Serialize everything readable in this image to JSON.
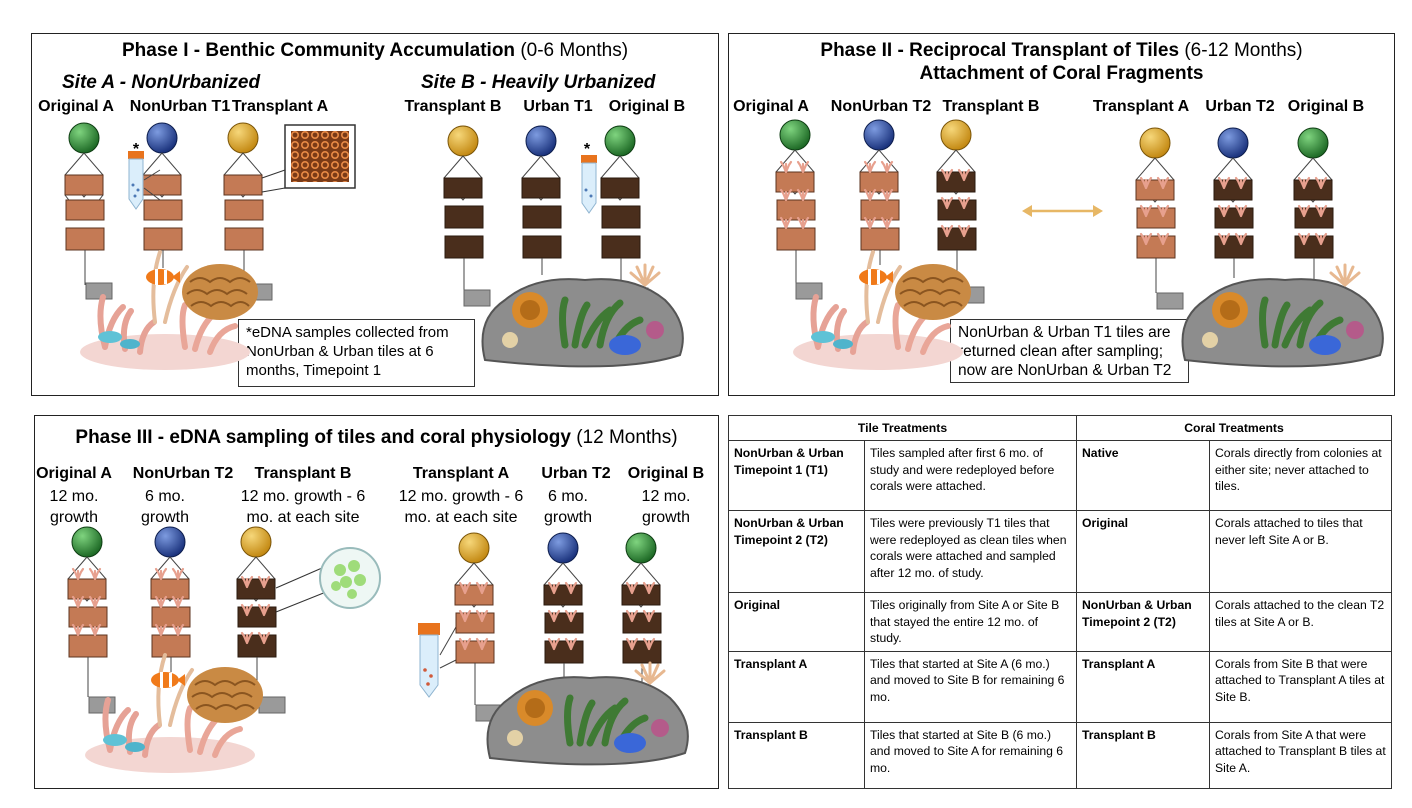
{
  "phase1": {
    "title_bold": "Phase I - Benthic Community Accumulation",
    "title_rest": " (0-6 Months)",
    "site_a": "Site A - NonUrbanized",
    "site_b": "Site B - Heavily Urbanized",
    "labels": [
      "Original A",
      "NonUrban T1",
      "Transplant A",
      "Transplant B",
      "Urban T1",
      "Original B"
    ],
    "asterisk": "*",
    "note": "*eDNA samples collected from NonUrban & Urban tiles at 6 months, Timepoint 1"
  },
  "phase2": {
    "title_bold": "Phase II - Reciprocal Transplant of Tiles",
    "title_rest": " (6-12 Months)",
    "subtitle": "Attachment of Coral Fragments",
    "labels": [
      "Original A",
      "NonUrban T2",
      "Transplant B",
      "Transplant A",
      "Urban T2",
      "Original B"
    ],
    "note": "NonUrban & Urban T1 tiles are returned clean after sampling; now are NonUrban & Urban T2"
  },
  "phase3": {
    "title_bold": "Phase III - eDNA sampling of tiles and coral physiology",
    "title_rest": " (12 Months)",
    "labels": [
      "Original A",
      "NonUrban T2",
      "Transplant B",
      "Transplant A",
      "Urban T2",
      "Original B"
    ],
    "subs": [
      "12 mo.\ngrowth",
      "6 mo.\ngrowth",
      "12 mo. growth - 6\nmo. at each site",
      "12 mo. growth - 6\nmo. at each site",
      "6 mo.\ngrowth",
      "12 mo.\ngrowth"
    ]
  },
  "table": {
    "tile_header": "Tile Treatments",
    "coral_header": "Coral Treatments",
    "rows": [
      {
        "tile": "NonUrban & Urban Timepoint 1 (T1)",
        "tile_desc": "Tiles sampled after first 6 mo. of study and were redeployed before corals were attached.",
        "coral": "Native",
        "coral_desc": "Corals directly from colonies at either site; never attached to tiles."
      },
      {
        "tile": "NonUrban & Urban Timepoint 2 (T2)",
        "tile_desc": "Tiles were previously T1 tiles that were redeployed as clean tiles when corals were attached and sampled after 12 mo. of study.",
        "coral": "Original",
        "coral_desc": "Corals attached to tiles that never left Site A or B."
      },
      {
        "tile": "Original",
        "tile_desc": "Tiles originally from Site A or Site B that stayed the entire 12 mo. of study.",
        "coral": "NonUrban & Urban Timepoint 2 (T2)",
        "coral_desc": "Corals attached to the clean T2 tiles at Site A or B."
      },
      {
        "tile": "Transplant A",
        "tile_desc": "Tiles that started at Site A (6 mo.) and moved to Site B for remaining 6 mo.",
        "coral": "Transplant A",
        "coral_desc": "Corals from Site B that were attached to Transplant A tiles at Site B."
      },
      {
        "tile": "Transplant B",
        "tile_desc": "Tiles that started at Site B (6 mo.) and moved to Site A for remaining 6 mo.",
        "coral": "Transplant B",
        "coral_desc": "Corals from Site A that were attached to Transplant B tiles at Site A."
      }
    ]
  },
  "colors": {
    "green_buoy": "#2e8b3a",
    "blue_buoy": "#2a4aa0",
    "yellow_buoy": "#e0a82e",
    "light_tile": "#c47a55",
    "dark_tile": "#4a2e1c",
    "arrow": "#e7b765"
  }
}
